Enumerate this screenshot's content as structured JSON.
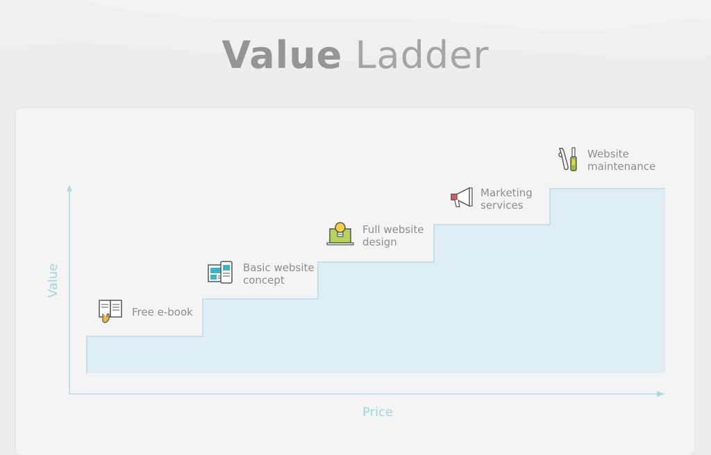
{
  "title": {
    "bold": "Value",
    "light": "Ladder"
  },
  "axes": {
    "x_label": "Price",
    "y_label": "Value"
  },
  "colors": {
    "step_fill": "#dfeef4",
    "step_stroke": "#bfe2ec",
    "axis": "#a9dbe9",
    "title": "#9a9a9c"
  },
  "steps": [
    {
      "label_line1": "Free e-book",
      "label_line2": "",
      "icon": "ebook-icon"
    },
    {
      "label_line1": "Basic website",
      "label_line2": "concept",
      "icon": "website-layout-icon"
    },
    {
      "label_line1": "Full website",
      "label_line2": "design",
      "icon": "lightbulb-laptop-icon"
    },
    {
      "label_line1": "Marketing",
      "label_line2": "services",
      "icon": "megaphone-icon"
    },
    {
      "label_line1": "Website",
      "label_line2": "maintenance",
      "icon": "tools-icon"
    }
  ]
}
